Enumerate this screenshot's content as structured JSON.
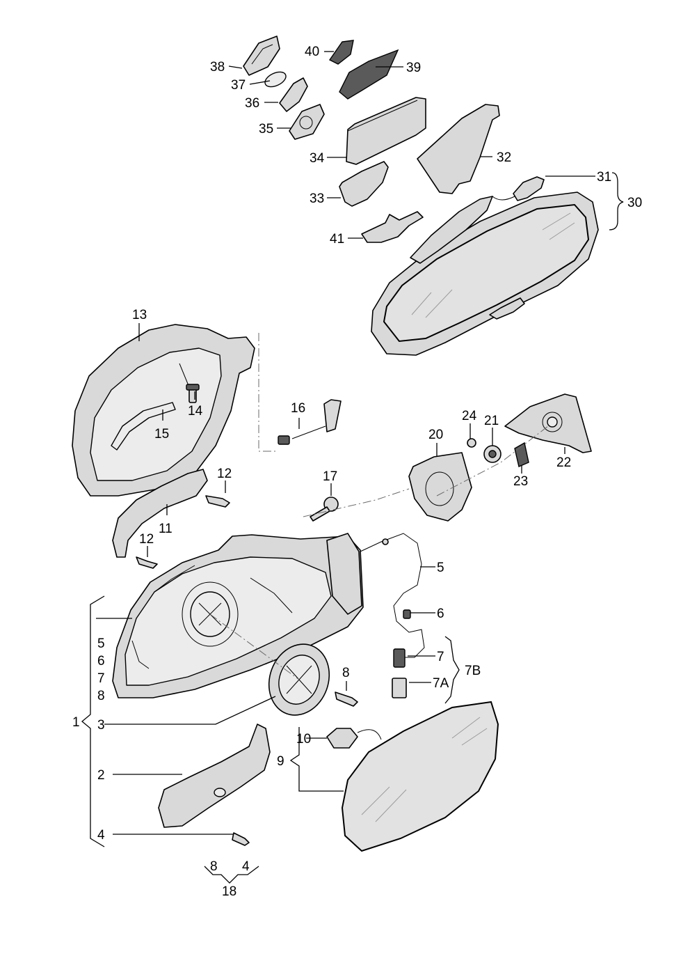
{
  "labels": {
    "l1": "1",
    "l2": "2",
    "l3": "3",
    "l4": "4",
    "l4b": "4",
    "l5": "5",
    "l5b": "5",
    "l6": "6",
    "l6b": "6",
    "l7": "7",
    "l7b": "7",
    "l7a": "7A",
    "l7bb": "7B",
    "l8": "8",
    "l8b": "8",
    "l8c": "8",
    "l9": "9",
    "l10": "10",
    "l11": "11",
    "l12": "12",
    "l12b": "12",
    "l13": "13",
    "l14": "14",
    "l15": "15",
    "l16": "16",
    "l17": "17",
    "l18": "18",
    "l20": "20",
    "l21": "21",
    "l22": "22",
    "l23": "23",
    "l24": "24",
    "l30": "30",
    "l31": "31",
    "l32": "32",
    "l33": "33",
    "l34": "34",
    "l35": "35",
    "l36": "36",
    "l37": "37",
    "l38": "38",
    "l39": "39",
    "l40": "40",
    "l41": "41"
  }
}
